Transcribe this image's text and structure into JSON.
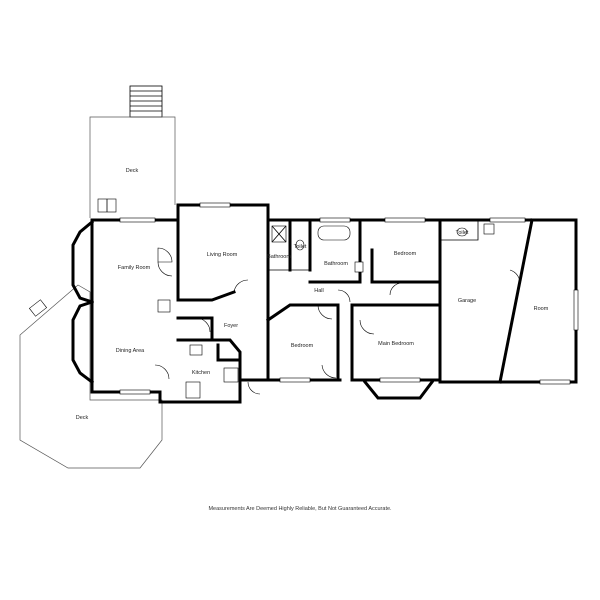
{
  "rooms": {
    "deck_top": "Deck",
    "deck_left": "Deck",
    "family_room": "Family Room",
    "dining_area": "Dining Area",
    "living_room": "Living Room",
    "bathroom_small": "Bathroom",
    "toilet_a": "Toilet",
    "bathroom": "Bathroom",
    "bedroom_top": "Bedroom",
    "toilet_b": "Toilet",
    "garage": "Garage",
    "room": "Room",
    "hall": "Hall",
    "foyer": "Foyer",
    "kitchen": "Kitchen",
    "bedroom_left": "Bedroom",
    "main_bedroom": "Main Bedroom"
  },
  "footer": {
    "note": "Measurements Are Deemed Highly Reliable, But Not Guaranteed Accurate."
  }
}
